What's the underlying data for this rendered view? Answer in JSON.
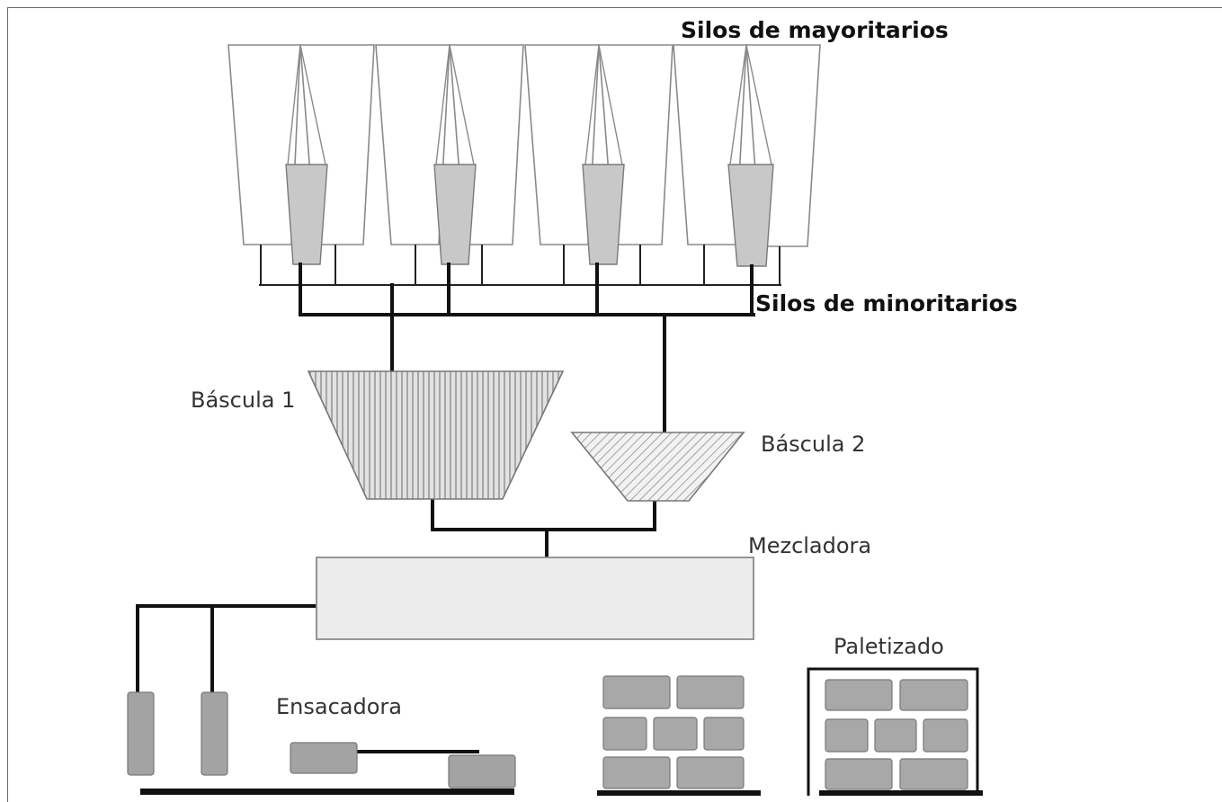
{
  "labels": {
    "silos_mayoritarios": "Silos de mayoritarios",
    "silos_minoritarios": "Silos de minoritarios",
    "bascula_1": "Báscula 1",
    "bascula_2": "Báscula 2",
    "mezcladora": "Mezcladora",
    "ensacadora": "Ensacadora",
    "paletizado": "Paletizado"
  },
  "colors": {
    "outline": "#8a8a8a",
    "pipe": "#111111",
    "minor_silo_fill": "#c8c8c8",
    "block_fill": "#a8a8a8",
    "mixer_fill": "#ececec"
  },
  "icons": [
    "silo-icon",
    "weigh-hopper-icon",
    "mixer-icon",
    "bag-icon",
    "pallet-icon"
  ]
}
